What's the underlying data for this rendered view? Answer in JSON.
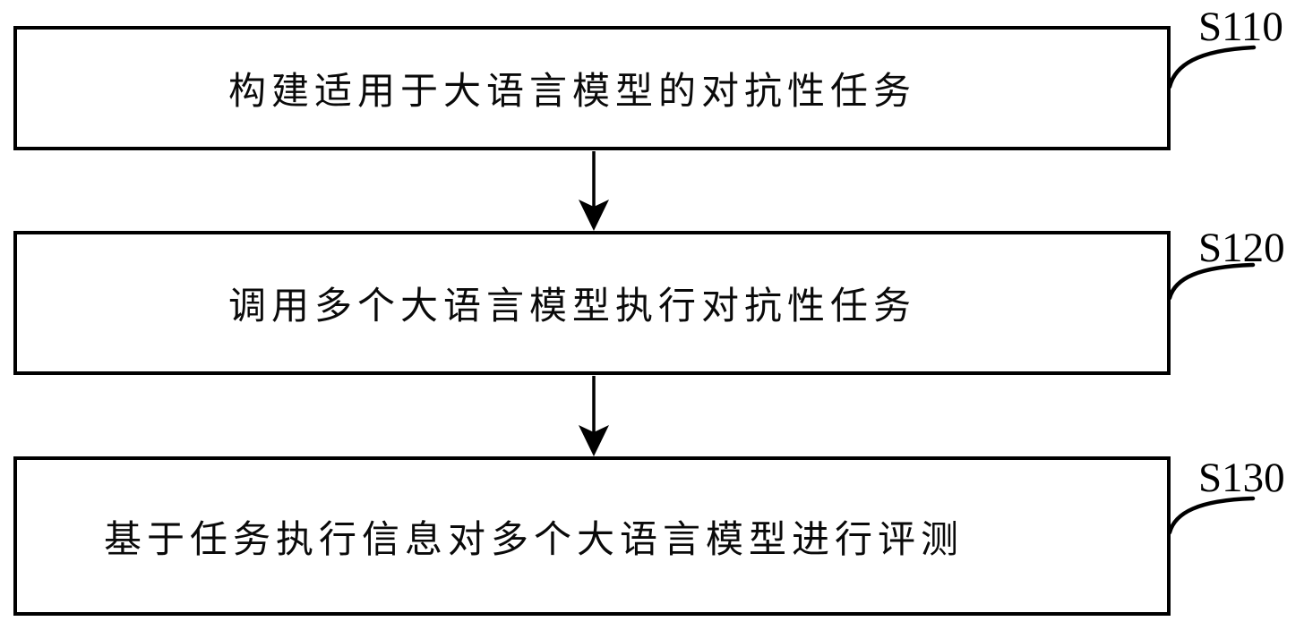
{
  "figure": {
    "background_color": "#ffffff",
    "line_color": "#000000",
    "steps": [
      {
        "label": "S110",
        "text": "构建适用于大语言模型的对抗性任务"
      },
      {
        "label": "S120",
        "text": "调用多个大语言模型执行对抗性任务"
      },
      {
        "label": "S130",
        "text": "基于任务执行信息对多个大语言模型进行评测"
      }
    ],
    "connectors": [
      {
        "from": "S110",
        "to": "S120",
        "type": "arrow-down"
      },
      {
        "from": "S120",
        "to": "S130",
        "type": "arrow-down"
      }
    ]
  }
}
